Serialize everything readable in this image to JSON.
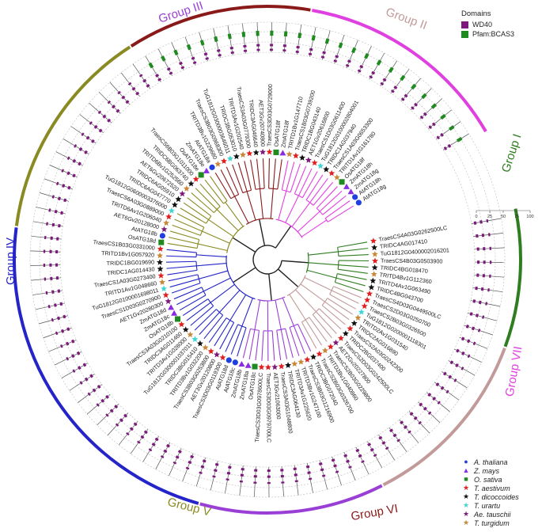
{
  "domains_legend": {
    "title": "Domains",
    "items": [
      {
        "label": "WD40",
        "color": "#7b1a7b"
      },
      {
        "label": "Pfam:BCAS3",
        "color": "#1f8a1f"
      }
    ]
  },
  "species_legend": [
    {
      "label": "A. thaliana",
      "symbol": "circle",
      "color": "#1f3fe0"
    },
    {
      "label": "Z. mays",
      "symbol": "triangle",
      "color": "#8a2be2"
    },
    {
      "label": "O. sativa",
      "symbol": "square",
      "color": "#1f8a1f"
    },
    {
      "label": "T. aestivum",
      "symbol": "star",
      "color": "#e0201f"
    },
    {
      "label": "T. dicoccoides",
      "symbol": "star",
      "color": "#111111"
    },
    {
      "label": "T. urartu",
      "symbol": "star",
      "color": "#3ed6d6"
    },
    {
      "label": "Ae. tauschii",
      "symbol": "star",
      "color": "#7b1a7b"
    },
    {
      "label": "T. turgidum",
      "symbol": "star",
      "color": "#c8883a"
    }
  ],
  "axis": {
    "ticks": [
      "0",
      "25",
      "50",
      "75",
      "100"
    ]
  },
  "groups": [
    {
      "label": "Group I",
      "color": "#2e7d1f"
    },
    {
      "label": "Group II",
      "color": "#c29a9a"
    },
    {
      "label": "Group III",
      "color": "#9a3fd6"
    },
    {
      "label": "Group IV",
      "color": "#2424c8"
    },
    {
      "label": "Group V",
      "color": "#8a8a22"
    },
    {
      "label": "Group VI",
      "color": "#8a1a1a"
    },
    {
      "label": "Group VII",
      "color": "#e040e0"
    }
  ],
  "leaves": [
    {
      "name": "TraesCS4A03G0262500LC",
      "sp": "T. aestivum",
      "group": 0
    },
    {
      "name": "TRIDC4AG017410",
      "sp": "T. dicoccoides",
      "group": 0
    },
    {
      "name": "TuG1812G0400002016201",
      "sp": "T. turgidum",
      "group": 0
    },
    {
      "name": "TraesCS4B03G0503900",
      "sp": "T. aestivum",
      "group": 0
    },
    {
      "name": "TRIDC4BG018470",
      "sp": "T. dicoccoides",
      "group": 0
    },
    {
      "name": "TRITD4Bv1G112360",
      "sp": "T. turgidum",
      "group": 0
    },
    {
      "name": "TRITD4Av1G063490",
      "sp": "T. dicoccoides",
      "group": 0
    },
    {
      "name": "TRIDC4BG043700",
      "sp": "T. dicoccoides",
      "group": 0
    },
    {
      "name": "TraesCS4D03G0449500LC",
      "sp": "T. aestivum",
      "group": 0
    },
    {
      "name": "TraesCS2D03G0250700",
      "sp": "T. aestivum",
      "group": 1
    },
    {
      "name": "TraesCS2B03G0326500",
      "sp": "T. aestivum",
      "group": 1
    },
    {
      "name": "TuG1812G0200001118301",
      "sp": "T. urartu",
      "group": 1
    },
    {
      "name": "TRITD2Av1G031540",
      "sp": "T. turgidum",
      "group": 1
    },
    {
      "name": "TRIDC2AG016890",
      "sp": "T. dicoccoides",
      "group": 1
    },
    {
      "name": "TraesCS2A03G0242300",
      "sp": "T. aestivum",
      "group": 1
    },
    {
      "name": "TRIDC2BG037400",
      "sp": "T. dicoccoides",
      "group": 1
    },
    {
      "name": "TraesCS2D03G0242500LC",
      "sp": "T. aestivum",
      "group": 1
    },
    {
      "name": "AET2Gv20227800",
      "sp": "Ae. tauschii",
      "group": 1
    },
    {
      "name": "TraesCS2B03G0229800",
      "sp": "T. aestivum",
      "group": 1
    },
    {
      "name": "TRITD2Bv1G040860",
      "sp": "T. turgidum",
      "group": 1
    },
    {
      "name": "TraesCS2B03G0326700",
      "sp": "T. aestivum",
      "group": 1
    },
    {
      "name": "TRIDC3BG072040",
      "sp": "T. dicoccoides",
      "group": 2
    },
    {
      "name": "TraesCS3B03G1216900",
      "sp": "T. aestivum",
      "group": 2
    },
    {
      "name": "TRITD3Bv1G247100",
      "sp": "T. turgidum",
      "group": 2
    },
    {
      "name": "TRITD3Av1G225620",
      "sp": "T. turgidum",
      "group": 2
    },
    {
      "name": "TRIDC3AG064130",
      "sp": "T. dicoccoides",
      "group": 2
    },
    {
      "name": "TraesCS3A03G1048800",
      "sp": "T. aestivum",
      "group": 2
    },
    {
      "name": "AET3Gv21063000",
      "sp": "Ae. tauschii",
      "group": 2
    },
    {
      "name": "TraesCS3D03G0979700LC",
      "sp": "T. aestivum",
      "group": 2
    },
    {
      "name": "TraesCS3D03G0978600LC",
      "sp": "T. aestivum",
      "group": 2
    },
    {
      "name": "OsATG18c",
      "sp": "O. sativa",
      "group": 2
    },
    {
      "name": "ZmATG18a",
      "sp": "Z. mays",
      "group": 2
    },
    {
      "name": "ZmATG18b",
      "sp": "Z. mays",
      "group": 2
    },
    {
      "name": "AtATG18c",
      "sp": "A. thaliana",
      "group": 3
    },
    {
      "name": "AtATG18d",
      "sp": "A. thaliana",
      "group": 3
    },
    {
      "name": "TraesCS3D03G0119300",
      "sp": "T. aestivum",
      "group": 3
    },
    {
      "name": "AET3Gv20120800",
      "sp": "Ae. tauschii",
      "group": 3
    },
    {
      "name": "TraesCS3B03G0253800",
      "sp": "T. aestivum",
      "group": 3
    },
    {
      "name": "TRITD3Bv1G032200",
      "sp": "T. turgidum",
      "group": 3
    },
    {
      "name": "TRIDC3BG015410",
      "sp": "T. dicoccoides",
      "group": 3
    },
    {
      "name": "TuG1812G0300001037011",
      "sp": "T. urartu",
      "group": 3
    },
    {
      "name": "TRITD3Av1G028000",
      "sp": "T. turgidum",
      "group": 3
    },
    {
      "name": "TRIDC3AG011460",
      "sp": "T. dicoccoides",
      "group": 3
    },
    {
      "name": "TraesCS3A03G0210100",
      "sp": "T. aestivum",
      "group": 3
    },
    {
      "name": "OsATG18b",
      "sp": "O. sativa",
      "group": 3
    },
    {
      "name": "ZmATG18c",
      "sp": "Z. mays",
      "group": 3
    },
    {
      "name": "ZmATG18d",
      "sp": "Z. mays",
      "group": 3
    },
    {
      "name": "AET1Gv20280300",
      "sp": "Ae. tauschii",
      "group": 3
    },
    {
      "name": "TraesCS1D03G0270900",
      "sp": "T. aestivum",
      "group": 3
    },
    {
      "name": "TuG1812G0100001698011",
      "sp": "T. urartu",
      "group": 3
    },
    {
      "name": "TRITD1Av1G048660",
      "sp": "T. turgidum",
      "group": 3
    },
    {
      "name": "TraesCS1A03G0273400",
      "sp": "T. aestivum",
      "group": 3
    },
    {
      "name": "TRIDC1AG014430",
      "sp": "T. dicoccoides",
      "group": 3
    },
    {
      "name": "TRIDC1BG019690",
      "sp": "T. dicoccoides",
      "group": 3
    },
    {
      "name": "TRITD1Bv1G057920",
      "sp": "T. turgidum",
      "group": 3
    },
    {
      "name": "TraesCS1B03G0331000",
      "sp": "T. aestivum",
      "group": 3
    },
    {
      "name": "OsATG18d",
      "sp": "O. sativa",
      "group": 4
    },
    {
      "name": "AtATG18b",
      "sp": "A. thaliana",
      "group": 4
    },
    {
      "name": "AET6Gv20128000",
      "sp": "Ae. tauschii",
      "group": 4
    },
    {
      "name": "TRITD6Av1G206040",
      "sp": "T. turgidum",
      "group": 4
    },
    {
      "name": "TraesCS6A03G0889000",
      "sp": "T. aestivum",
      "group": 4
    },
    {
      "name": "TuG1812G0600003376000",
      "sp": "T. urartu",
      "group": 4
    },
    {
      "name": "TRIDC6AG047770",
      "sp": "T. dicoccoides",
      "group": 4
    },
    {
      "name": "TRIDC6AG05910",
      "sp": "T. dicoccoides",
      "group": 4
    },
    {
      "name": "AET6Gv20672520",
      "sp": "Ae. tauschii",
      "group": 4
    },
    {
      "name": "TRITD6Bv1G252560",
      "sp": "T. turgidum",
      "group": 4
    },
    {
      "name": "TRIDC6BG063740",
      "sp": "T. dicoccoides",
      "group": 4
    },
    {
      "name": "TraesCS6B03G1011000",
      "sp": "T. aestivum",
      "group": 4
    },
    {
      "name": "OsATG18e",
      "sp": "O. sativa",
      "group": 4
    },
    {
      "name": "ZmATG18e",
      "sp": "Z. mays",
      "group": 4
    },
    {
      "name": "AtATG18a",
      "sp": "A. thaliana",
      "group": 5
    },
    {
      "name": "TRITD3Bv1G229680",
      "sp": "T. turgidum",
      "group": 5
    },
    {
      "name": "TraesCS3B03G0968300",
      "sp": "T. aestivum",
      "group": 5
    },
    {
      "name": "TuG1812G0300003646011",
      "sp": "T. urartu",
      "group": 5
    },
    {
      "name": "TRIDC3BG053010",
      "sp": "T. dicoccoides",
      "group": 5
    },
    {
      "name": "TRITD3Av1G202540",
      "sp": "T. turgidum",
      "group": 5
    },
    {
      "name": "TraesCS3A03G0779300",
      "sp": "T. aestivum",
      "group": 5
    },
    {
      "name": "TRIDC3AG046640",
      "sp": "T. dicoccoides",
      "group": 5
    },
    {
      "name": "AET3Gv20740800",
      "sp": "Ae. tauschii",
      "group": 5
    },
    {
      "name": "TraesCS3D03G0729000",
      "sp": "T. aestivum",
      "group": 5
    },
    {
      "name": "OsATG18f",
      "sp": "O. sativa",
      "group": 5
    },
    {
      "name": "ZmATG18f",
      "sp": "Z. mays",
      "group": 5
    },
    {
      "name": "TRITD1Bv1G147710",
      "sp": "T. turgidum",
      "group": 6
    },
    {
      "name": "TraesCS1B03G0739200",
      "sp": "T. aestivum",
      "group": 6
    },
    {
      "name": "TRIDC1BG043140",
      "sp": "T. dicoccoides",
      "group": 6
    },
    {
      "name": "AET1Gv20616800",
      "sp": "Ae. tauschii",
      "group": 6
    },
    {
      "name": "TraesCS1D03G0611400",
      "sp": "T. aestivum",
      "group": 6
    },
    {
      "name": "TuG1812G0100002804001",
      "sp": "T. urartu",
      "group": 6
    },
    {
      "name": "TRIDC1AG037940",
      "sp": "T. dicoccoides",
      "group": 6
    },
    {
      "name": "TraesCS1A03G0653300",
      "sp": "T. aestivum",
      "group": 6
    },
    {
      "name": "TRITD1Av1G161780",
      "sp": "T. turgidum",
      "group": 6
    },
    {
      "name": "OsATG18f",
      "sp": "O. sativa",
      "group": 6
    },
    {
      "name": "ZmATG18h",
      "sp": "Z. mays",
      "group": 6
    },
    {
      "name": "ZmATG18g",
      "sp": "Z. mays",
      "group": 6
    },
    {
      "name": "AtATG18h",
      "sp": "A. thaliana",
      "group": 6
    },
    {
      "name": "AtATG18g",
      "sp": "A. thaliana",
      "group": 6
    }
  ]
}
